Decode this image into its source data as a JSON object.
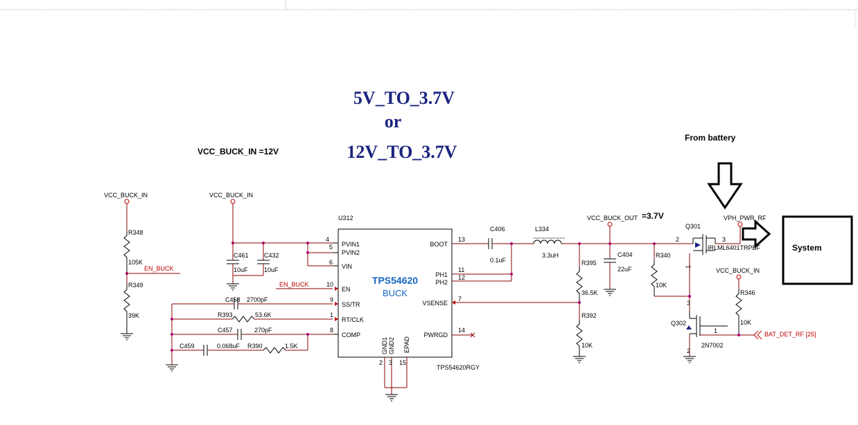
{
  "titles": {
    "line1": "5V_TO_3.7V",
    "line2": "or",
    "line3": "12V_TO_3.7V",
    "vcc_in_note": "VCC_BUCK_IN =12V",
    "from_battery": "From battery",
    "system": "System",
    "out_voltage": "=3.7V"
  },
  "nets": {
    "vcc_buck_in_a": "VCC_BUCK_IN",
    "vcc_buck_in_b": "VCC_BUCK_IN",
    "vcc_buck_in_c": "VCC_BUCK_IN",
    "vcc_buck_out": "VCC_BUCK_OUT",
    "vph_pwr_rf": "VPH_PWR_RF",
    "en_buck_a": "EN_BUCK",
    "en_buck_b": "EN_BUCK",
    "bat_det": "BAT_DET_RF  [25]"
  },
  "chip": {
    "ref": "U312",
    "name": "TPS54620",
    "subtitle": "BUCK",
    "part": "TPS54620RGY",
    "pins_left": [
      {
        "num": "4",
        "name": "PVIN1"
      },
      {
        "num": "5",
        "name": "PVIN2"
      },
      {
        "num": "6",
        "name": "VIN"
      },
      {
        "num": "10",
        "name": "EN"
      },
      {
        "num": "9",
        "name": "SS/TR"
      },
      {
        "num": "1",
        "name": "RT/CLK"
      },
      {
        "num": "8",
        "name": "COMP"
      }
    ],
    "pins_right": [
      {
        "num": "13",
        "name": "BOOT"
      },
      {
        "num": "11",
        "name": "PH1"
      },
      {
        "num": "12",
        "name": "PH2"
      },
      {
        "num": "7",
        "name": "VSENSE"
      },
      {
        "num": "14",
        "name": "PWRGD"
      }
    ],
    "pins_bottom": [
      {
        "num": "2",
        "name": "GND1"
      },
      {
        "num": "3",
        "name": "GND2"
      },
      {
        "num": "15",
        "name": "EPAD"
      }
    ]
  },
  "components": {
    "r348": {
      "ref": "R348",
      "value": "105K"
    },
    "r349": {
      "ref": "R349",
      "value": "39K"
    },
    "c461": {
      "ref": "C461",
      "value": "10uF"
    },
    "c432": {
      "ref": "C432",
      "value": "10uF"
    },
    "c458": {
      "ref": "C458",
      "value": "2700pF"
    },
    "r393": {
      "ref": "R393",
      "value": "53.6K"
    },
    "c457": {
      "ref": "C457",
      "value": "270pF"
    },
    "c459": {
      "ref": "C459",
      "value": "0.068uF"
    },
    "r390": {
      "ref": "R390",
      "value": "1.5K"
    },
    "c406": {
      "ref": "C406",
      "value": "0.1uF"
    },
    "l334": {
      "ref": "L334",
      "value": "3.3uH"
    },
    "r395": {
      "ref": "R395",
      "value": "36.5K"
    },
    "r392": {
      "ref": "R392",
      "value": "10K"
    },
    "c404": {
      "ref": "C404",
      "value": "22uF"
    },
    "r340": {
      "ref": "R340",
      "value": "10K"
    },
    "r346": {
      "ref": "R346",
      "value": "10K"
    },
    "q301": {
      "ref": "Q301",
      "value": "IRLML6401TRPBF"
    },
    "q302": {
      "ref": "Q302",
      "value": "2N7002"
    }
  },
  "pin_numbers": {
    "q301_2": "2",
    "q301_3": "3",
    "q301_1": "1",
    "q302_3": "3",
    "q302_1": "1",
    "q302_2": "2"
  },
  "colors": {
    "wire": "#8b0000",
    "title": "#1a237e",
    "chip_text": "#1565c0",
    "net_label": "#c00000",
    "junction": "#b0007a"
  }
}
